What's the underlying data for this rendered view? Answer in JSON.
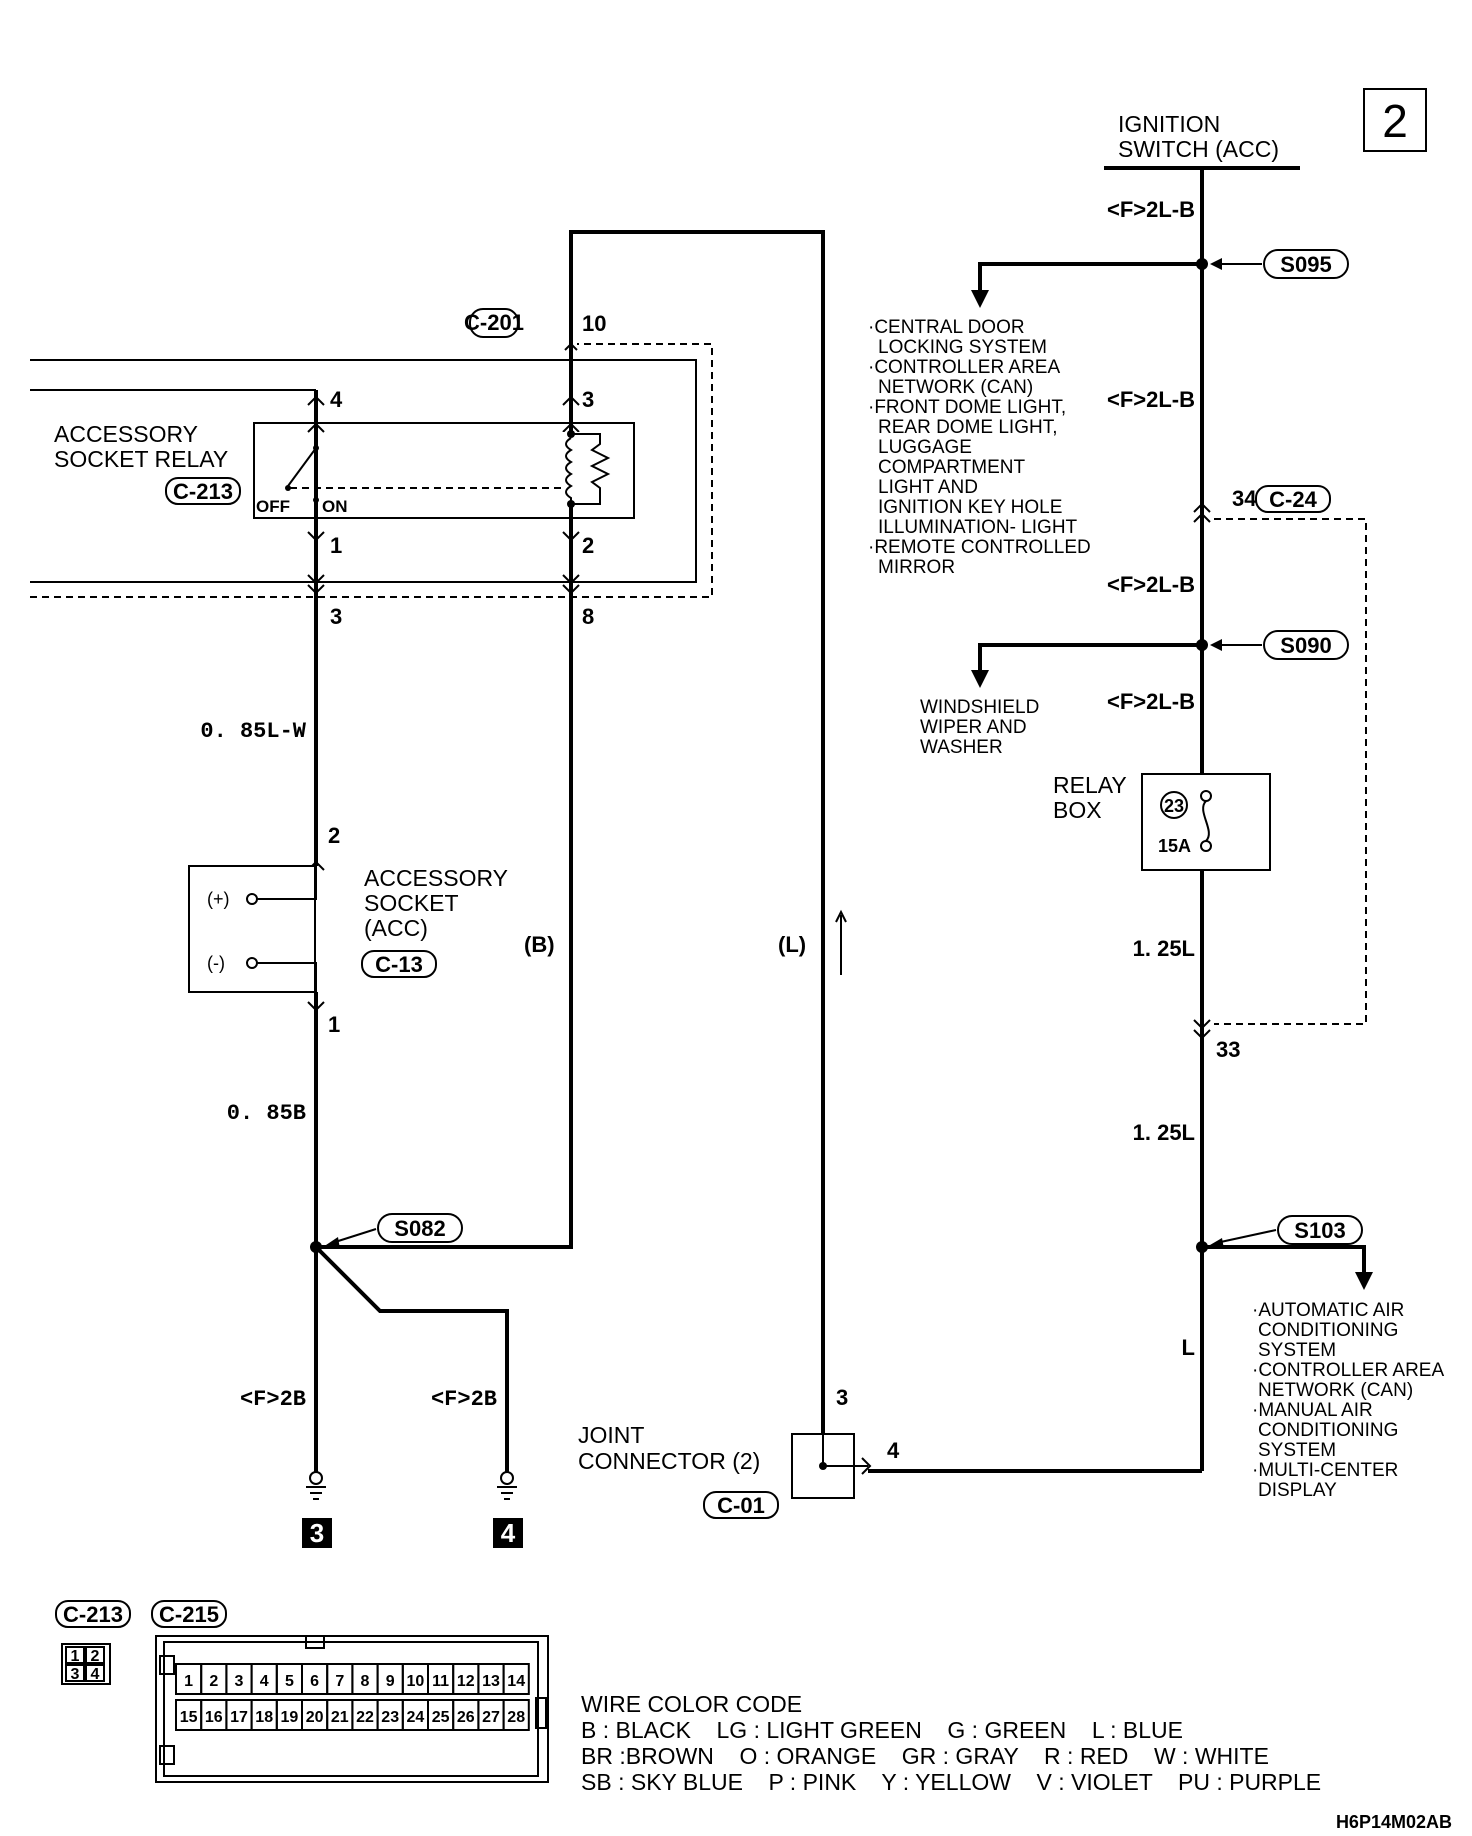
{
  "page_number": "2",
  "figure_id": "H6P14M02AB",
  "ignition": {
    "line1": "IGNITION",
    "line2": "SWITCH (ACC)"
  },
  "connectors": {
    "c201": "C-201",
    "c213": "C-213",
    "c24": "C-24",
    "c13": "C-13",
    "c01": "C-01",
    "c215": "C-215"
  },
  "splices": {
    "s095": "S095",
    "s090": "S090",
    "s082": "S082",
    "s103": "S103"
  },
  "pins": {
    "p10": "10",
    "p4": "4",
    "p3": "3",
    "p1": "1",
    "p2": "2",
    "p3b": "3",
    "p8": "8",
    "p34": "34",
    "p2s": "2",
    "p1s": "1",
    "p33": "33",
    "p3j": "3",
    "p4j": "4"
  },
  "relay": {
    "line1": "ACCESSORY",
    "line2": "SOCKET RELAY",
    "off": "OFF",
    "on": "ON"
  },
  "socket": {
    "line1": "ACCESSORY",
    "line2": "SOCKET",
    "line3": "(ACC)",
    "plus": "(+)",
    "minus": "(-)"
  },
  "joint": {
    "line1": "JOINT",
    "line2": "CONNECTOR (2)"
  },
  "relay_box": {
    "line1": "RELAY",
    "line2": "BOX",
    "fuse_no": "23",
    "fuse_amp": "15A"
  },
  "wires": {
    "w1": "<F>2L-B",
    "w2": "<F>2L-B",
    "w3": "<F>2L-B",
    "w4": "<F>2L-B",
    "w5": "1. 25L",
    "w6": "1. 25L",
    "w7": "L",
    "w8": "0. 85L-W",
    "w9": "0. 85B",
    "w10": "<F>2B",
    "w11": "<F>2B",
    "wb": "(B)",
    "wl": "(L)"
  },
  "grounds": {
    "g3": "3",
    "g4": "4"
  },
  "dest_s095": [
    "·CENTRAL DOOR",
    "LOCKING SYSTEM",
    "·CONTROLLER AREA",
    "NETWORK (CAN)",
    "·FRONT DOME LIGHT,",
    "REAR DOME LIGHT,",
    "LUGGAGE",
    "COMPARTMENT",
    "LIGHT AND",
    "IGNITION KEY HOLE",
    "ILLUMINATION- LIGHT",
    "·REMOTE CONTROLLED",
    "MIRROR"
  ],
  "dest_s090": [
    "WINDSHIELD",
    "WIPER AND",
    "WASHER"
  ],
  "dest_s103": [
    "·AUTOMATIC AIR",
    "CONDITIONING",
    "SYSTEM",
    "·CONTROLLER AREA",
    "NETWORK (CAN)",
    "·MANUAL AIR",
    "CONDITIONING",
    "SYSTEM",
    "·MULTI-CENTER",
    "DISPLAY"
  ],
  "legend": {
    "title": "WIRE COLOR CODE",
    "row1": "B : BLACK    LG : LIGHT GREEN    G : GREEN    L : BLUE",
    "row2": "BR :BROWN    O : ORANGE    GR : GRAY    R : RED    W : WHITE",
    "row3": "SB : SKY BLUE    P : PINK    Y : YELLOW    V : VIOLET    PU : PURPLE"
  },
  "c213_pins": [
    "1",
    "2",
    "3",
    "4"
  ],
  "c215_row1": [
    "1",
    "2",
    "3",
    "4",
    "5",
    "6",
    "7",
    "8",
    "9",
    "10",
    "11",
    "12",
    "13",
    "14"
  ],
  "c215_row2": [
    "15",
    "16",
    "17",
    "18",
    "19",
    "20",
    "21",
    "22",
    "23",
    "24",
    "25",
    "26",
    "27",
    "28"
  ]
}
